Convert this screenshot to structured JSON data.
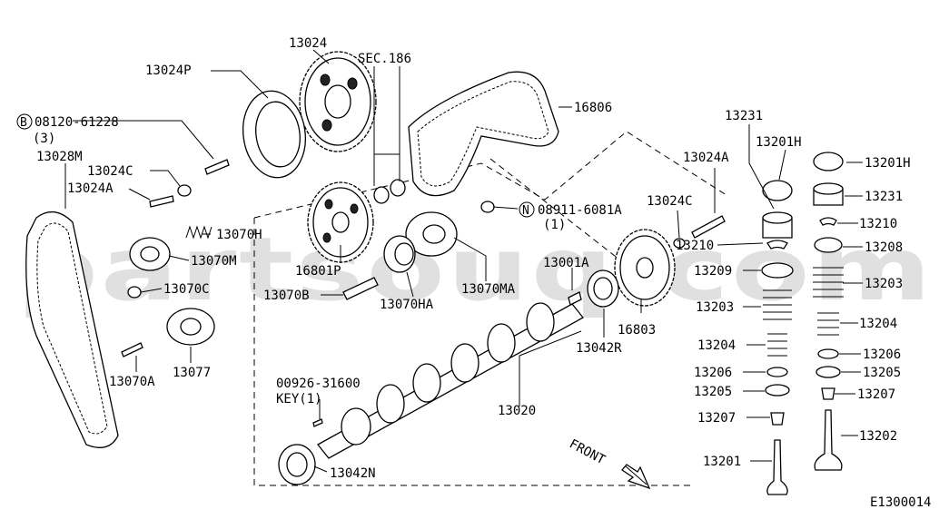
{
  "watermark": "partsouq.com",
  "diagram_code": "E1300014",
  "front_label": "FRONT",
  "labels": {
    "p13024": "13024",
    "p13024P": "13024P",
    "sec186": "SEC.186",
    "bolt_b_code": "08120-61228",
    "bolt_b_qty": "(3)",
    "b_marker": "B",
    "p13028M": "13028M",
    "p13024C_a": "13024C",
    "p13024A_a": "13024A",
    "p16806": "16806",
    "p13231_top": "13231",
    "p13201H_a": "13201H",
    "p13201H_b": "13201H",
    "p13231_b": "13231",
    "p13210_a": "13210",
    "p13210_b": "13210",
    "p13208": "13208",
    "p13209": "13209",
    "p13203_a": "13203",
    "p13203_b": "13203",
    "p13204_a": "13204",
    "p13204_b": "13204",
    "p13206_a": "13206",
    "p13206_b": "13206",
    "p13205_a": "13205",
    "p13205_b": "13205",
    "p13207_a": "13207",
    "p13207_b": "13207",
    "p13202": "13202",
    "p13201": "13201",
    "p13024A_b": "13024A",
    "p13024C_b": "13024C",
    "nut_n_code": "08911-6081A",
    "nut_n_qty": "(1)",
    "n_marker": "N",
    "p13070H": "13070H",
    "p13070M": "13070M",
    "p16801P": "16801P",
    "p13070C": "13070C",
    "p13070B": "13070B",
    "p13070HA": "13070HA",
    "p13070MA": "13070MA",
    "p13001A": "13001A",
    "p16803": "16803",
    "p13042R": "13042R",
    "p13070A": "13070A",
    "p13077": "13077",
    "key_code": "00926-31600",
    "key_label": "KEY(1)",
    "p13020": "13020",
    "p13042N": "13042N"
  }
}
